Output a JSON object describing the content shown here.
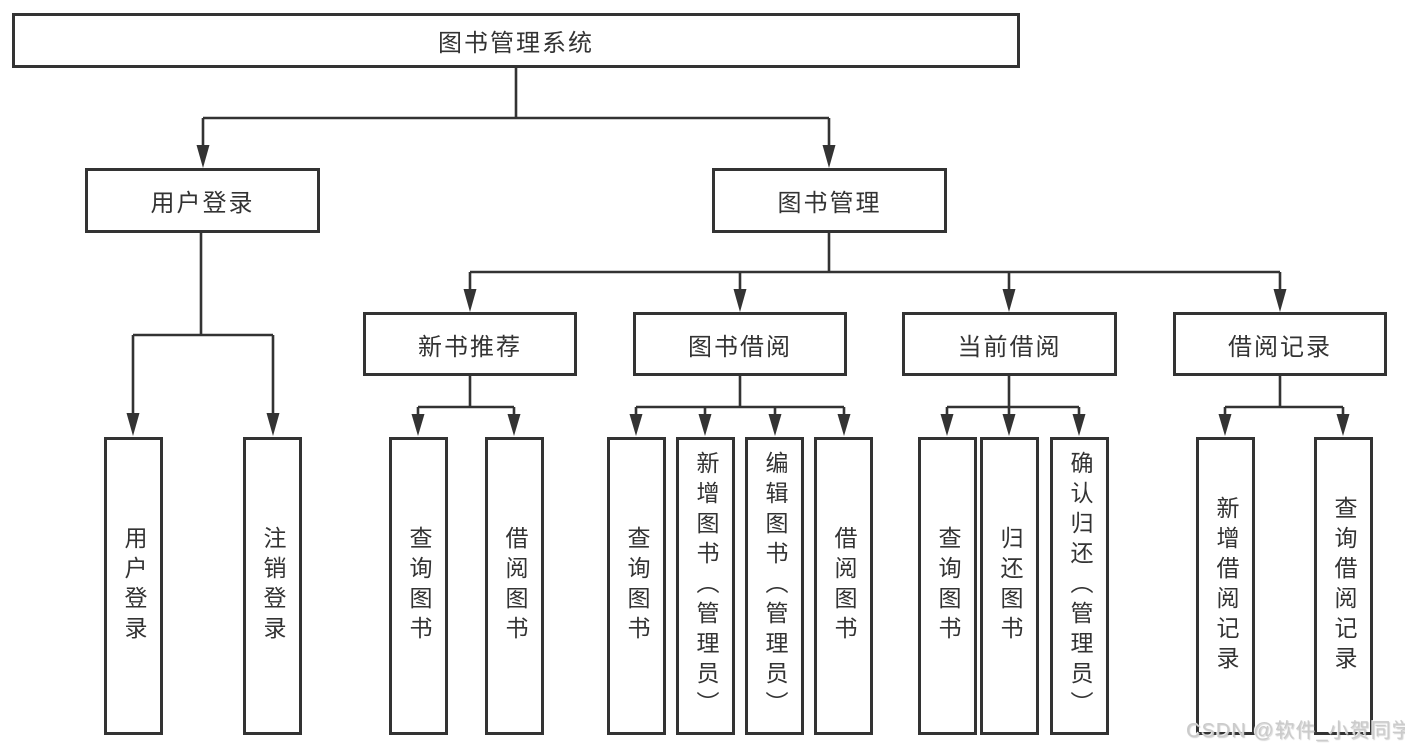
{
  "hierarchy": {
    "label": "图书管理系统",
    "children": [
      {
        "label": "用户登录",
        "children": [
          {
            "label": "用户登录"
          },
          {
            "label": "注销登录"
          }
        ]
      },
      {
        "label": "图书管理",
        "children": [
          {
            "label": "新书推荐",
            "children": [
              {
                "label": "查询图书"
              },
              {
                "label": "借阅图书"
              }
            ]
          },
          {
            "label": "图书借阅",
            "children": [
              {
                "label": "查询图书"
              },
              {
                "label": "新增图书（管理员）"
              },
              {
                "label": "编辑图书（管理员）"
              },
              {
                "label": "借阅图书"
              }
            ]
          },
          {
            "label": "当前借阅",
            "children": [
              {
                "label": "查询图书"
              },
              {
                "label": "归还图书"
              },
              {
                "label": "确认归还（管理员）"
              }
            ]
          },
          {
            "label": "借阅记录",
            "children": [
              {
                "label": "新增借阅记录"
              },
              {
                "label": "查询借阅记录"
              }
            ]
          }
        ]
      }
    ]
  },
  "watermark": {
    "text": "CSDN @软件_小贺同学"
  },
  "colors": {
    "line": "#333333",
    "box_border": "#333333",
    "box_fill": "#ffffff",
    "text": "#333333",
    "watermark": "#cbcbcb",
    "background": "#ffffff"
  }
}
